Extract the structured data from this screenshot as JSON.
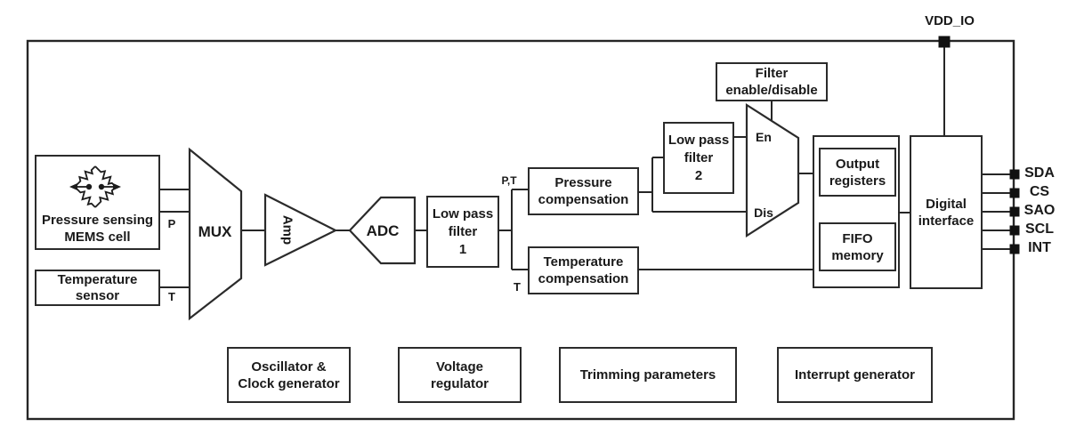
{
  "figure": {
    "background": "#ffffff",
    "line_color": "#262626",
    "text_color": "#1a1a1a"
  },
  "power_pin": {
    "label": "VDD_IO"
  },
  "io_pins": [
    "SDA",
    "CS",
    "SAO",
    "SCL",
    "INT"
  ],
  "blocks": {
    "mems_cell": {
      "lines": [
        "Pressure sensing",
        "MEMS cell"
      ]
    },
    "temperature_sensor": {
      "lines": [
        "Temperature",
        "sensor"
      ]
    },
    "mux": {
      "label": "MUX"
    },
    "amp": {
      "label": "Amp"
    },
    "adc": {
      "label": "ADC"
    },
    "low_pass_filter_1": {
      "lines": [
        "Low pass",
        "filter",
        "1"
      ]
    },
    "pressure_compensation": {
      "lines": [
        "Pressure",
        "compensation"
      ]
    },
    "temperature_compensation": {
      "lines": [
        "Temperature",
        "compensation"
      ]
    },
    "low_pass_filter_2": {
      "lines": [
        "Low pass",
        "filter",
        "2"
      ]
    },
    "filter_enable_disable": {
      "lines": [
        "Filter",
        "enable/disable"
      ]
    },
    "output_registers": {
      "lines": [
        "Output",
        "registers"
      ]
    },
    "fifo_memory": {
      "lines": [
        "FIFO",
        "memory"
      ]
    },
    "digital_interface": {
      "lines": [
        "Digital",
        "interface"
      ]
    },
    "oscillator_clock": {
      "lines": [
        "Oscillator &",
        "Clock generator"
      ]
    },
    "voltage_regulator": {
      "lines": [
        "Voltage",
        "regulator"
      ]
    },
    "trimming_parameters": {
      "label": "Trimming parameters"
    },
    "interrupt_generator": {
      "label": "Interrupt generator"
    }
  },
  "signal_labels": {
    "p": "P",
    "t": "T",
    "pt": "P,T",
    "t_comp": "T",
    "en": "En",
    "dis": "Dis"
  }
}
